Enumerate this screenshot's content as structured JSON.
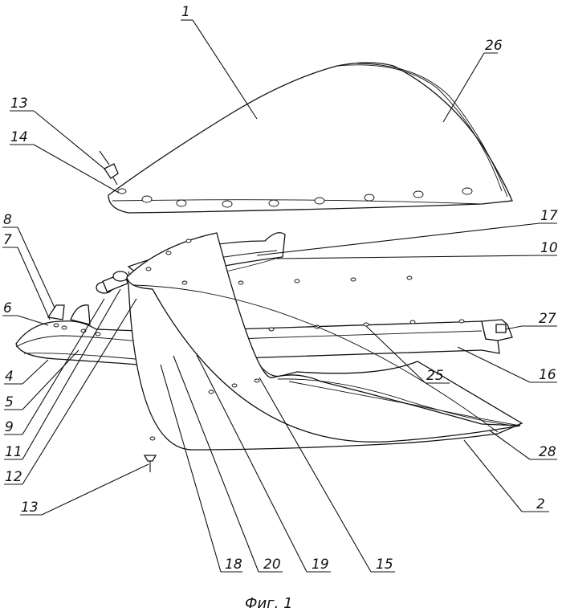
{
  "figure": {
    "caption": "Фиг. 1",
    "labels": [
      "1",
      "26",
      "13",
      "14",
      "8",
      "7",
      "6",
      "17",
      "10",
      "27",
      "25",
      "16",
      "4",
      "5",
      "9",
      "11",
      "12",
      "28",
      "2",
      "13",
      "18",
      "20",
      "19",
      "15"
    ]
  }
}
